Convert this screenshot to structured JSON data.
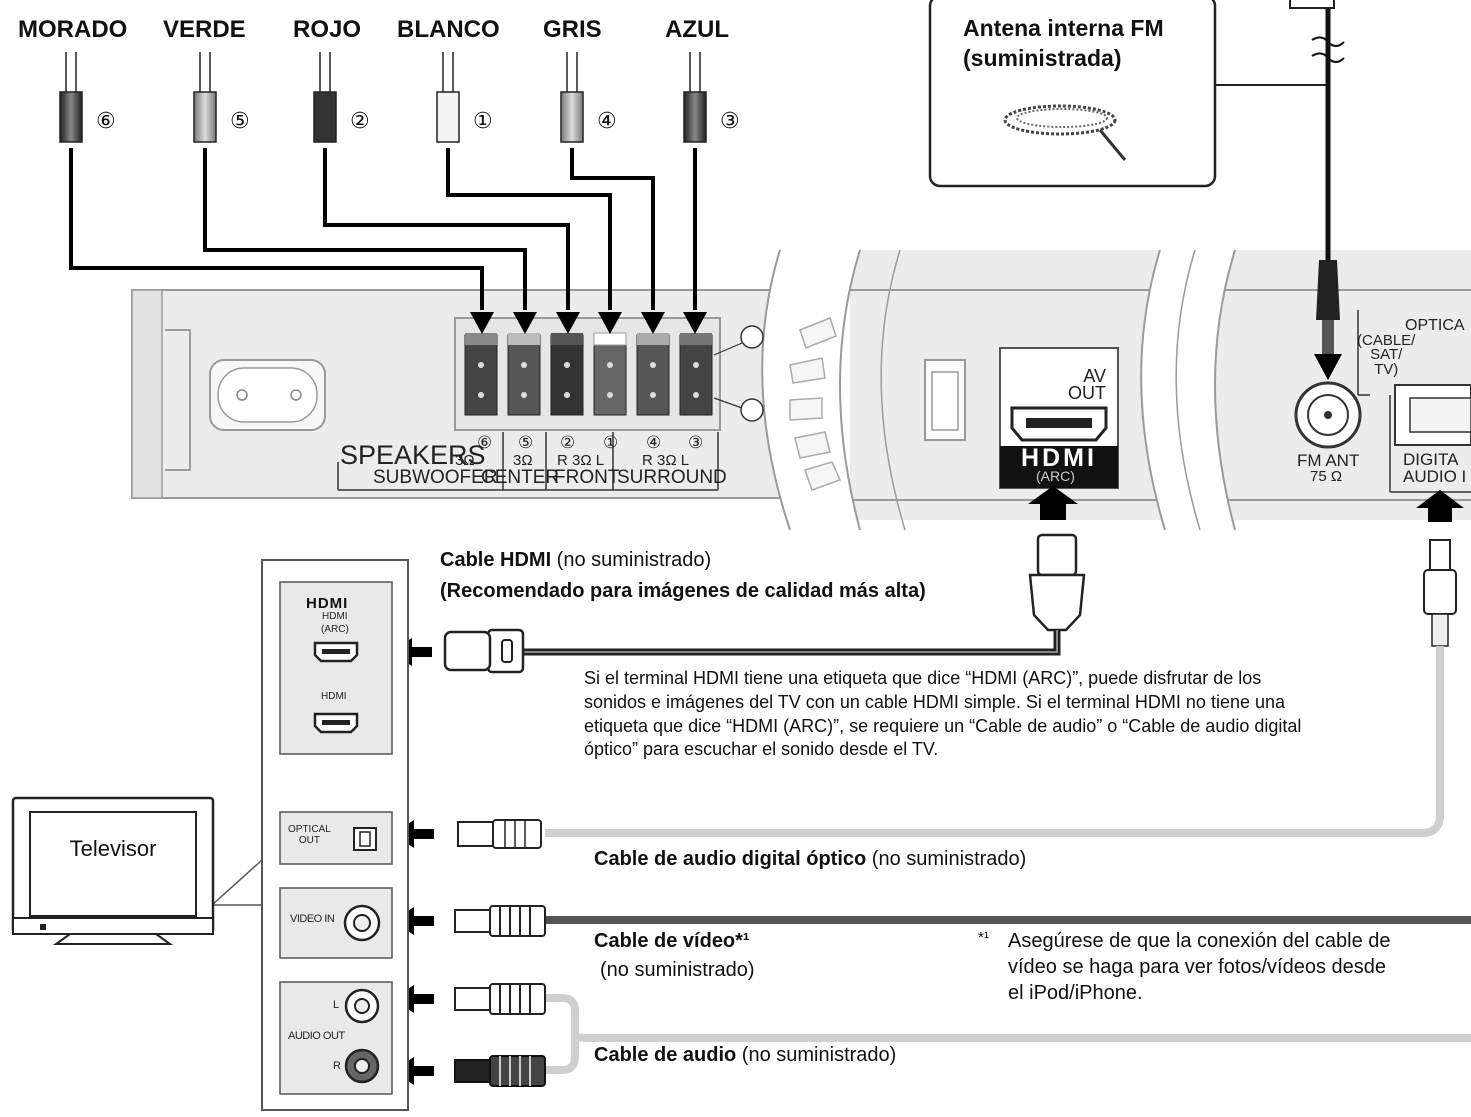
{
  "speaker_cables": [
    {
      "color": "MORADO",
      "number": "⑥"
    },
    {
      "color": "VERDE",
      "number": "⑤"
    },
    {
      "color": "ROJO",
      "number": "②"
    },
    {
      "color": "BLANCO",
      "number": "①"
    },
    {
      "color": "GRIS",
      "number": "④"
    },
    {
      "color": "AZUL",
      "number": "③"
    }
  ],
  "antenna": {
    "title": "Antena interna FM",
    "subtitle": "(suministrada)"
  },
  "unit_panel": {
    "plus": "⊕",
    "minus": "⊖",
    "speakers_label": "SPEAKERS",
    "impedance_3ohm": "3Ω",
    "group_subwoofer": "SUBWOOFER",
    "group_center": "CENTER",
    "group_front": "FRONT",
    "group_surround": "SURROUND",
    "terminal_numbers": [
      "⑥",
      "⑤",
      "②",
      "①",
      "④",
      "③"
    ],
    "front_rl": "R 3Ω L",
    "surround_rl": "R 3Ω L",
    "av_out": "AV\nOUT",
    "hdmi_logo": "HDMI",
    "arc": "(ARC)",
    "fm_ant": "FM ANT",
    "fm_ohm": "75 Ω",
    "optical": "OPTICA",
    "cable_sat_tv": "(CABLE/\nSAT/\nTV)",
    "digital_audio": "DIGITA\nAUDIO I"
  },
  "hdmi_cable": {
    "title_bold": "Cable HDMI",
    "title_rest": " (no suministrado)",
    "recommendation": "(Recomendado para imágenes de calidad más alta)",
    "note": "Si el terminal HDMI tiene una etiqueta que dice “HDMI (ARC)”, puede disfrutar de los sonidos e imágenes del TV con un cable HDMI simple. Si el terminal HDMI no tiene una etiqueta que dice “HDMI (ARC)”, se requiere un “Cable de audio” o “Cable de audio digital óptico” para escuchar el sonido desde el TV."
  },
  "optical_cable": {
    "title_bold": "Cable de audio digital óptico",
    "title_rest": " (no suministrado)"
  },
  "video_cable": {
    "title_bold": "Cable de vídeo*¹",
    "title_rest": "(no suministrado)"
  },
  "footnote": {
    "mark": "*¹",
    "text": "Asegúrese de que la conexión del cable de vídeo se haga para ver fotos/vídeos desde el iPod/iPhone."
  },
  "audio_cable": {
    "title_bold": "Cable de audio",
    "title_rest": " (no suministrado)"
  },
  "tv": {
    "label": "Televisor",
    "hdmi_logo": "HDMI",
    "hdmi_arc_1": "HDMI",
    "hdmi_arc_2": "(ARC)",
    "hdmi_plain": "HDMI",
    "optical_out": "OPTICAL\nOUT",
    "video_in": "VIDEO IN",
    "audio_out": "AUDIO OUT",
    "ch_l": "L",
    "ch_r": "R"
  }
}
